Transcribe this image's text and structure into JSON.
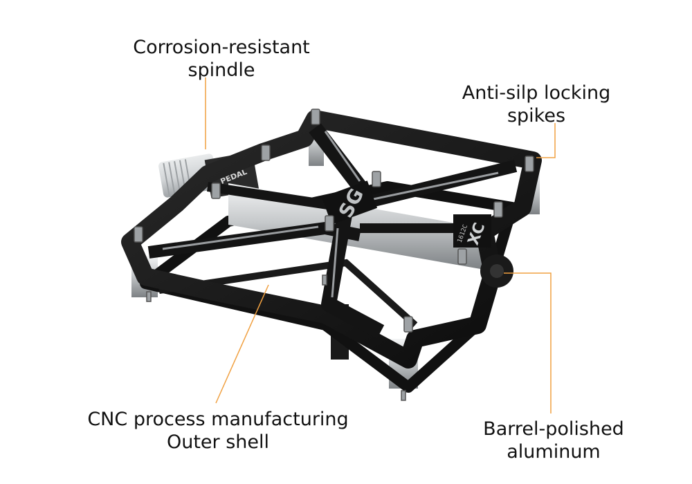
{
  "labels": {
    "spindle": {
      "line1": "Corrosion-resistant",
      "line2": "spindle"
    },
    "spikes": {
      "line1": "Anti-silp locking",
      "line2": "spikes"
    },
    "shell": {
      "line1": "CNC process manufacturing",
      "line2": "Outer shell"
    },
    "barrel": {
      "line1": "Barrel-polished",
      "line2": "aluminum"
    }
  },
  "product_markings": {
    "center_logo": "SG",
    "side_logo": "XC",
    "model_number": "1612C",
    "spindle_text": "PEDAL"
  },
  "colors": {
    "leader_line": "#f0a040",
    "frame": "#151515",
    "aluminum": "#c8cbcd",
    "text": "#111111"
  }
}
